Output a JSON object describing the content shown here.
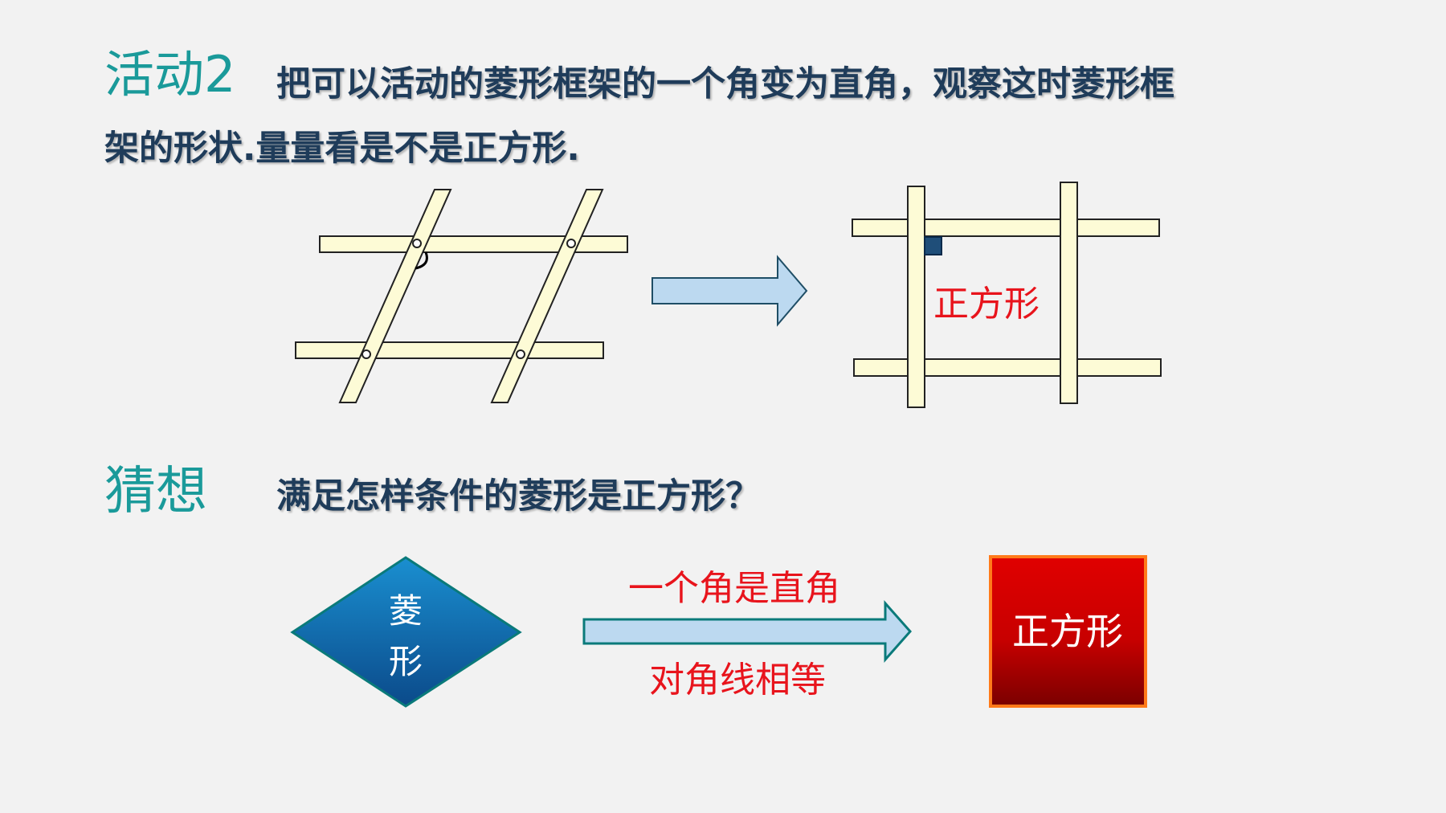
{
  "activity": {
    "label": "活动2",
    "text_line1": "把可以活动的菱形框架的一个角变为直角，观察这时菱形框",
    "text_line2": "架的形状.量量看是不是正方形."
  },
  "square_frame": {
    "label": "正方形"
  },
  "guess": {
    "label": "猜想",
    "question": "满足怎样条件的菱形是正方形？"
  },
  "flow": {
    "rhombus_char1": "菱",
    "rhombus_char2": "形",
    "condition_top": "一个角是直角",
    "condition_bottom": "对角线相等",
    "result": "正方形"
  },
  "colors": {
    "background": "#f2f2f2",
    "accent_teal": "#1a9a9a",
    "heading_dark": "#1f3c5a",
    "strip_fill": "#fdfbd6",
    "arrow_fill": "#bcd9f0",
    "condition_red": "#e8141c",
    "rhombus_blue": "#1565a8",
    "result_red": "#d40000"
  }
}
